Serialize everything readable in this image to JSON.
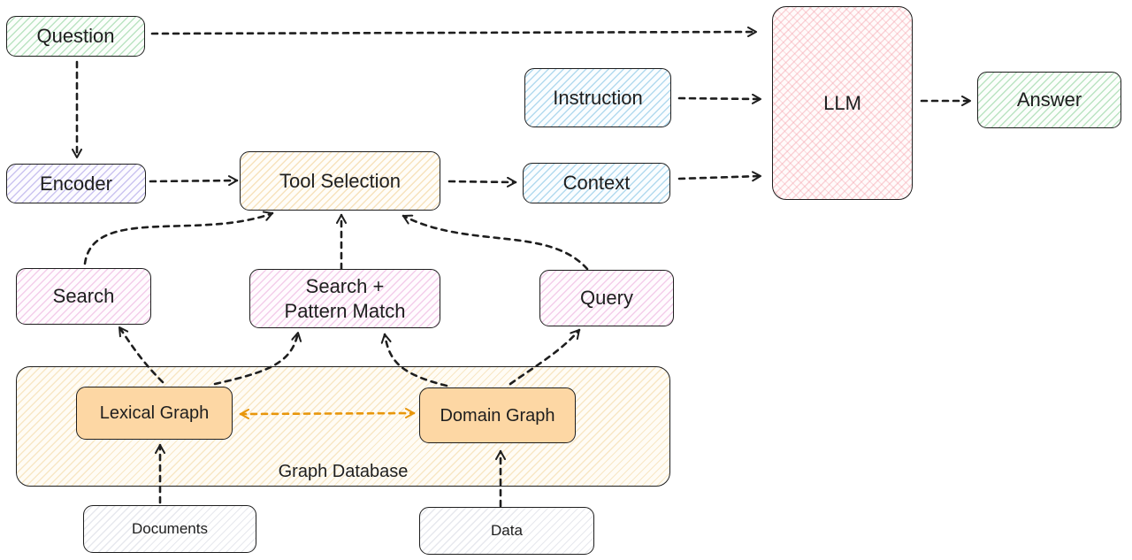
{
  "nodes": {
    "question": "Question",
    "encoder": "Encoder",
    "tool_selection": "Tool Selection",
    "context": "Context",
    "instruction": "Instruction",
    "llm": "LLM",
    "answer": "Answer",
    "search": "Search",
    "search_pattern_line1": "Search +",
    "search_pattern_line2": "Pattern Match",
    "query": "Query",
    "graph_database": "Graph Database",
    "lexical_graph": "Lexical Graph",
    "domain_graph": "Domain Graph",
    "documents": "Documents",
    "data": "Data"
  },
  "colors": {
    "stroke": "#1e1e1e",
    "bidirectional_arrow": "#e8960a",
    "graph_node_fill": "#fdd7a4"
  }
}
